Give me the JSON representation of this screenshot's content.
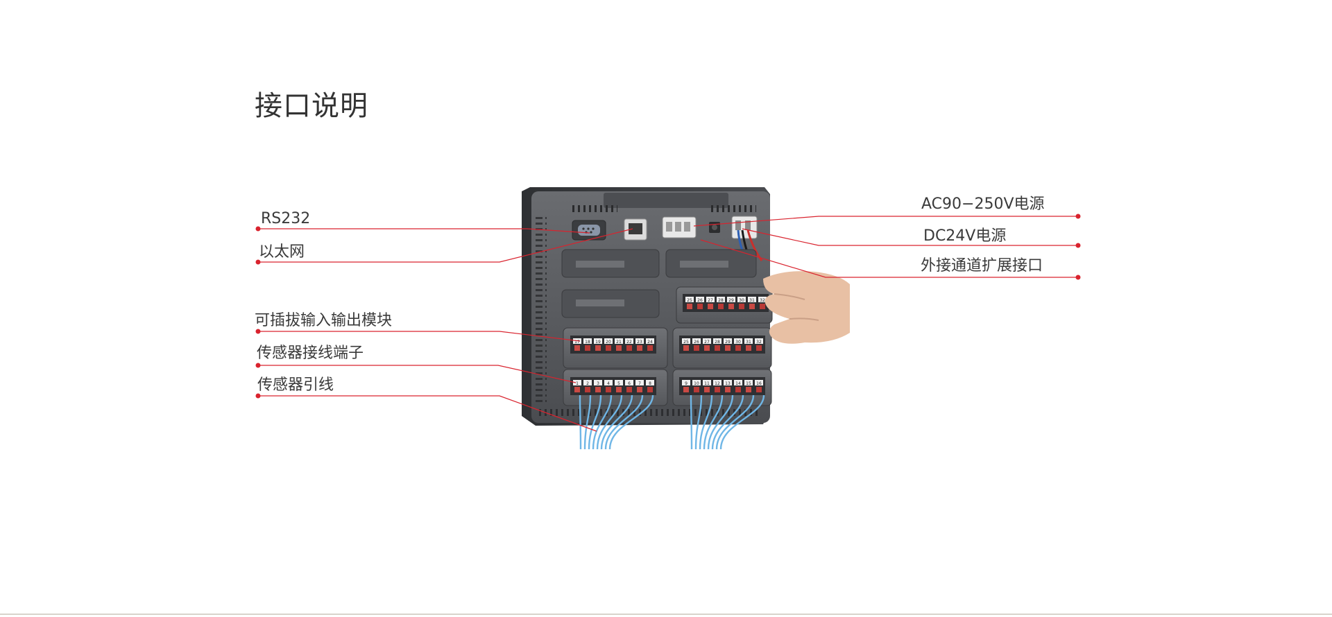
{
  "title": "接口说明",
  "colors": {
    "callout": "#d9232e",
    "device_body": "#5b5d60",
    "device_dark": "#3e4043",
    "cable": "#6fb6e6",
    "hand": "#e9c2a8"
  },
  "callouts": {
    "left": [
      {
        "id": "rs232",
        "label": "RS232"
      },
      {
        "id": "ethernet",
        "label": "以太网"
      },
      {
        "id": "io-module",
        "label": "可插拔输入输出模块"
      },
      {
        "id": "sensor-terminal",
        "label": "传感器接线端子"
      },
      {
        "id": "sensor-lead",
        "label": "传感器引线"
      }
    ],
    "right": [
      {
        "id": "ac-power",
        "label": "AC90−250V电源"
      },
      {
        "id": "dc-power",
        "label": "DC24V电源"
      },
      {
        "id": "expansion",
        "label": "外接通道扩展接口"
      }
    ]
  },
  "device": {
    "name": "",
    "terminal_rows": [
      [
        "17",
        "18",
        "19",
        "20",
        "21",
        "22",
        "23",
        "24"
      ],
      [
        "1",
        "2",
        "3",
        "4",
        "5",
        "6",
        "7",
        "8"
      ],
      [
        "25",
        "26",
        "27",
        "28",
        "29",
        "30",
        "31",
        "32"
      ],
      [
        "9",
        "10",
        "11",
        "12",
        "13",
        "14",
        "15",
        "16"
      ]
    ]
  }
}
